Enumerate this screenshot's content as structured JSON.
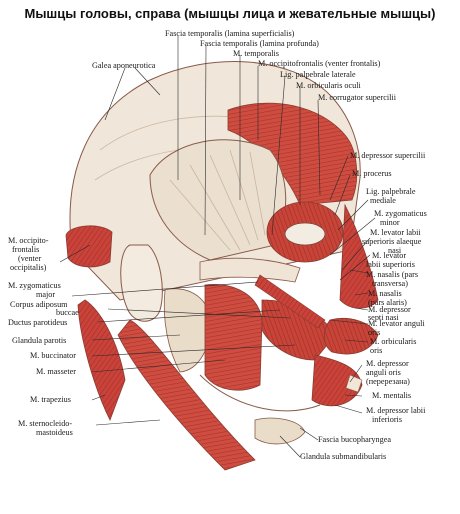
{
  "title": "Мышцы головы, справа (мышцы лица и жевательные мышцы)",
  "labels": {
    "fascia_temporalis_sup": "Fascia temporalis (lamina superficialis)",
    "fascia_temporalis_prof": "Fascia temporalis (lamina profunda)",
    "m_temporalis": "M. temporalis",
    "galea": "Galea aponeurotica",
    "occipitofrontalis_frontalis": "M. occipitofrontalis (venter frontalis)",
    "lig_palpebrale_laterale": "Lig. palpebrale laterale",
    "orbicularis_oculi": "M. orbicularis oculi",
    "corrugator": "M. corrugator supercilii",
    "depressor_supercilii": "M. depressor supercilii",
    "procerus": "M. procerus",
    "lig_palpebrale_mediale_1": "Lig. palpebrale",
    "lig_palpebrale_mediale_2": "mediale",
    "zygomaticus_minor_1": "M. zygomaticus",
    "zygomaticus_minor_2": "minor",
    "levator_alaeque_1": "M. levator labii",
    "levator_alaeque_2": "superioris alaeque",
    "levator_alaeque_3": "nasi",
    "levator_labii_sup_1": "M. levator",
    "levator_labii_sup_2": "labii superioris",
    "nasalis_transversa_1": "M. nasalis (pars",
    "nasalis_transversa_2": "transversa)",
    "nasalis_alaris_1": "M. nasalis",
    "nasalis_alaris_2": "(pars alaris)",
    "depressor_septi_1": "M. depressor",
    "depressor_septi_2": "septi nasi",
    "levator_anguli_1": "M. levator anguli",
    "levator_anguli_2": "oris",
    "orbicularis_oris_1": "M. orbicularis",
    "orbicularis_oris_2": "oris",
    "depressor_anguli_1": "M. depressor",
    "depressor_anguli_2": "anguli oris",
    "depressor_anguli_3": "(перерезана)",
    "mentalis": "M. mentalis",
    "depressor_labii_inf_1": "M. depressor labii",
    "depressor_labii_inf_2": "inferioris",
    "fascia_bucco": "Fascia bucopharyngea",
    "glandula_submand": "Glandula submandibularis",
    "occipitofrontalis_occipitalis_1": "M. occipito-",
    "occipitofrontalis_occipitalis_2": "frontalis",
    "occipitofrontalis_occipitalis_3": "(venter",
    "occipitofrontalis_occipitalis_4": "occipitalis)",
    "zygomaticus_major_1": "M. zygomaticus",
    "zygomaticus_major_2": "major",
    "corpus_adiposum_1": "Corpus adiposum",
    "corpus_adiposum_2": "buccae",
    "ductus_parotideus": "Ductus parotideus",
    "glandula_parotis": "Glandula parotis",
    "buccinator": "M. buccinator",
    "masseter": "M. masseter",
    "trapezius": "M. trapezius",
    "sternocleido_1": "M. sternocleido-",
    "sternocleido_2": "mastoideus"
  },
  "colors": {
    "muscle": "#c9433a",
    "muscle_light": "#e08a78",
    "tendon": "#f1e6d8",
    "skull": "#efe4d6",
    "gland": "#e9dcc8",
    "outline": "#8a5a4a"
  }
}
